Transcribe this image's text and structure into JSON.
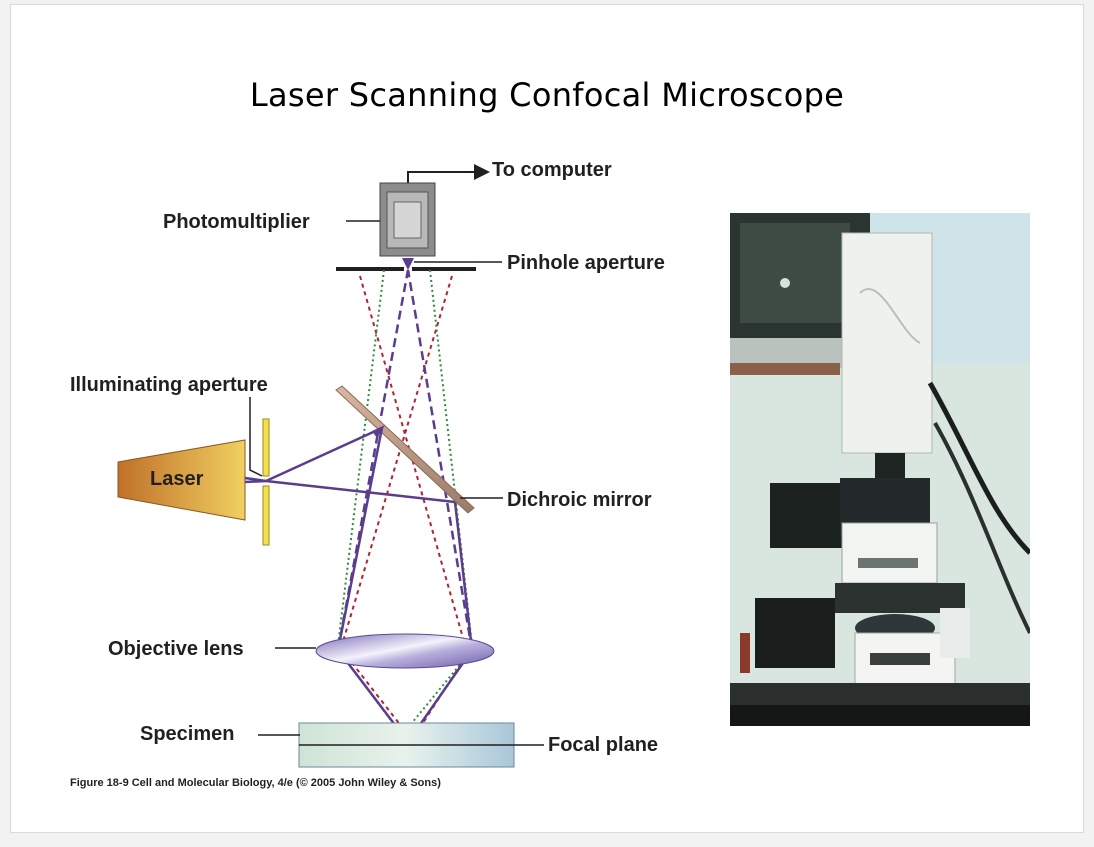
{
  "title": "Laser Scanning Confocal Microscope",
  "labels": {
    "to_computer": "To computer",
    "photomultiplier": "Photomultiplier",
    "pinhole_aperture": "Pinhole aperture",
    "illuminating_aperture": "Illuminating aperture",
    "laser": "Laser",
    "dichroic_mirror": "Dichroic mirror",
    "objective_lens": "Objective lens",
    "specimen": "Specimen",
    "focal_plane": "Focal plane"
  },
  "caption": "Figure 18-9  Cell and Molecular Biology, 4/e (© 2005 John Wiley & Sons)",
  "colors": {
    "beam_purple": "#5a3d8c",
    "green_dotted": "#2e8b3a",
    "red_dashed": "#b22234",
    "laser_gradient_start": "#c2742a",
    "laser_gradient_end": "#f0d060",
    "aperture_yellow": "#f4e04a"
  }
}
